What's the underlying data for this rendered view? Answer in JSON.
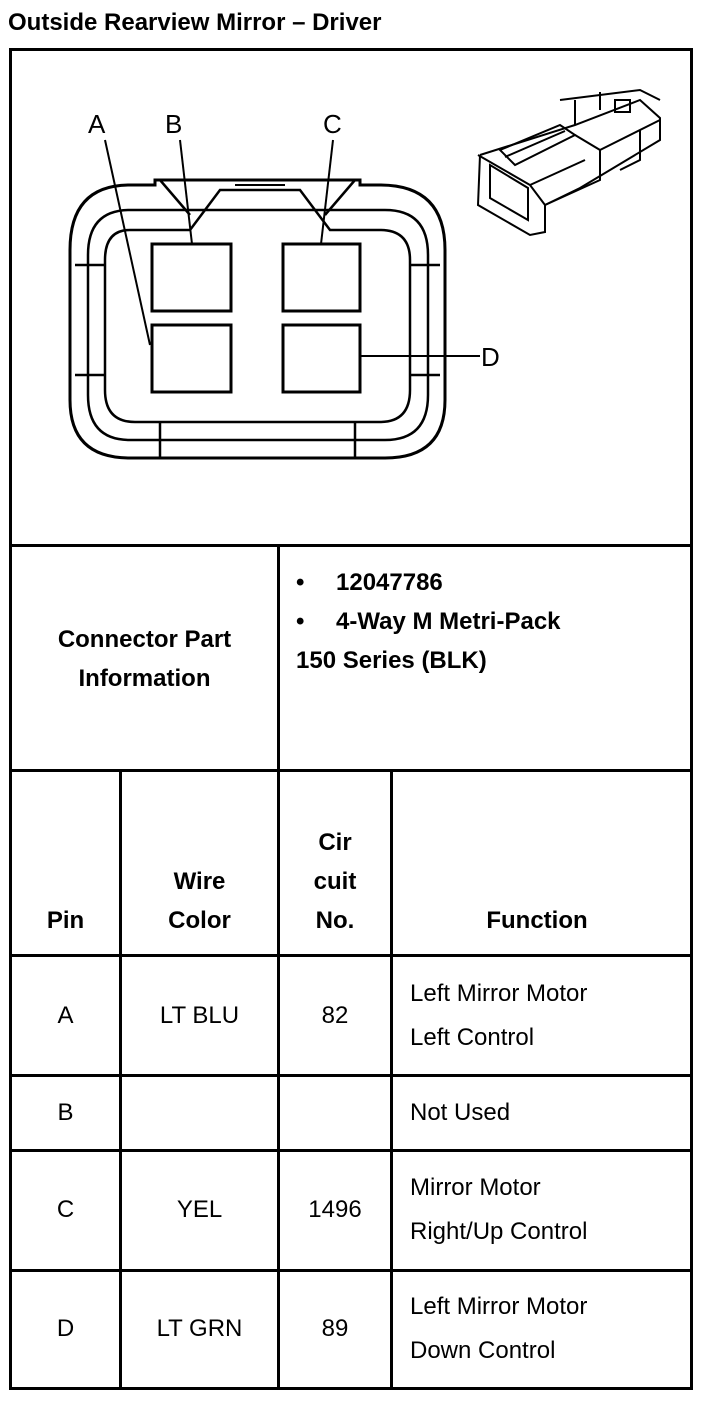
{
  "title": "Outside Rearview Mirror – Driver",
  "diagram": {
    "pin_labels": [
      "A",
      "B",
      "C",
      "D"
    ]
  },
  "connector_info": {
    "label_line1": "Connector Part",
    "label_line2": "Information",
    "bullet": "•",
    "part_number": "12047786",
    "description_line1": "4-Way M Metri-Pack",
    "description_line2": "150 Series (BLK)"
  },
  "table": {
    "headers": {
      "pin": "Pin",
      "wire_color_line1": "Wire",
      "wire_color_line2": "Color",
      "circuit_line1": "Cir",
      "circuit_line2": "cuit",
      "circuit_line3": "No.",
      "function": "Function"
    },
    "rows": [
      {
        "pin": "A",
        "wire_color": "LT BLU",
        "circuit": "82",
        "function_line1": "Left Mirror Motor",
        "function_line2": "Left Control"
      },
      {
        "pin": "B",
        "wire_color": "",
        "circuit": "",
        "function_line1": "Not Used",
        "function_line2": ""
      },
      {
        "pin": "C",
        "wire_color": "YEL",
        "circuit": "1496",
        "function_line1": "Mirror Motor",
        "function_line2": "Right/Up Control"
      },
      {
        "pin": "D",
        "wire_color": "LT GRN",
        "circuit": "89",
        "function_line1": "Left Mirror Motor",
        "function_line2": "Down Control"
      }
    ]
  }
}
